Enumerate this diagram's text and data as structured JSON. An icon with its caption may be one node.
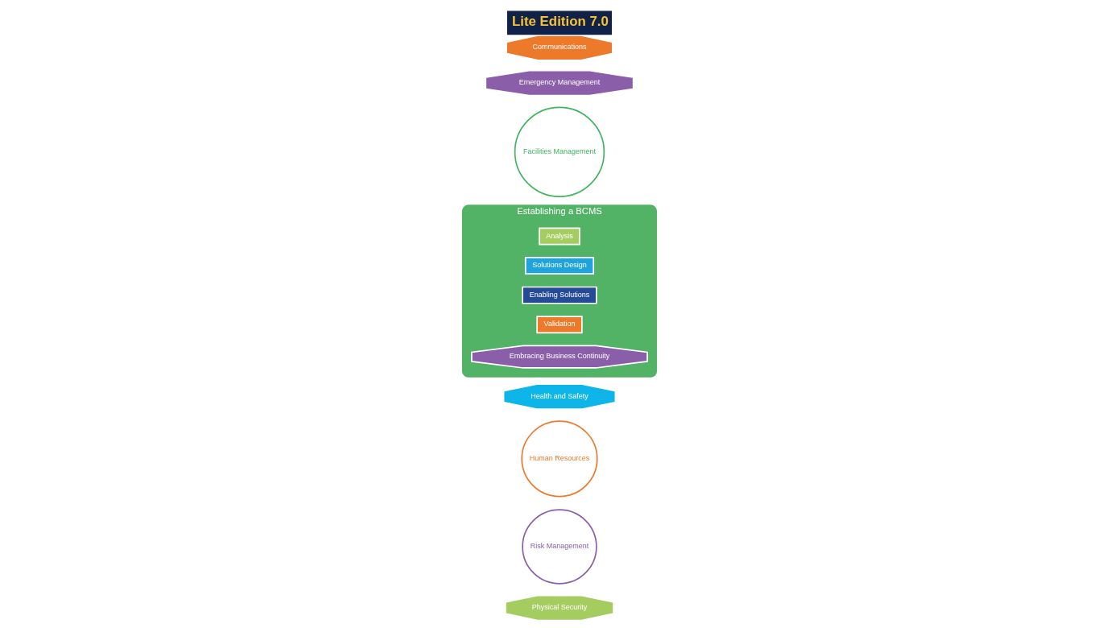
{
  "diagram": {
    "title": "Lite Edition 7.0",
    "nodes": [
      {
        "text": [
          "Physical Security"
        ]
      },
      {
        "text": [
          "Risk Management"
        ]
      },
      {
        "text": [
          "Human Resources"
        ]
      },
      {
        "text": [
          "Health and Safety"
        ]
      },
      {
        "text": [
          "Establishing a BCMS"
        ]
      },
      {
        "text": [
          "Analysis"
        ],
        "in": 4
      },
      {
        "text": [
          "Solutions Design"
        ],
        "in": 4
      },
      {
        "text": [
          "Enabling Solutions"
        ],
        "in": 4
      },
      {
        "text": [
          "Validation"
        ],
        "in": 4
      },
      {
        "text": [
          "Embracing Business Continuity"
        ],
        "in": 4
      },
      {
        "text": [
          "Facilities Management"
        ]
      },
      {
        "text": [
          "Emergency Management"
        ]
      },
      {
        "text": [
          "Communications"
        ]
      }
    ]
  }
}
